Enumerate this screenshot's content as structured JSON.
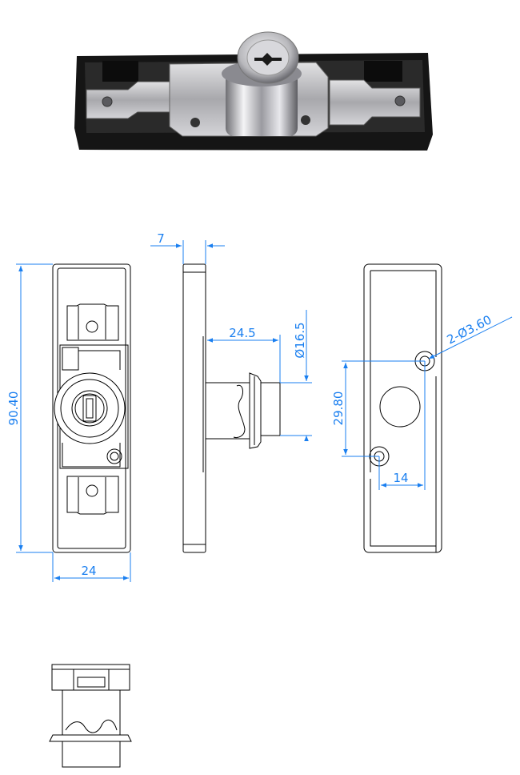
{
  "dimensions": {
    "height_front": "90.40",
    "width_front": "24",
    "thickness_side": "7",
    "cylinder_length": "24.5",
    "cylinder_diameter": "Ø16.5",
    "hole_spacing_vertical": "29.80",
    "hole_spacing_horizontal": "14",
    "mounting_holes": "2-Ø3.60"
  },
  "colors": {
    "dimension_line": "#1a7ff0",
    "outline": "#000000",
    "housing": "#121212",
    "chrome": "#c8c8cc"
  }
}
